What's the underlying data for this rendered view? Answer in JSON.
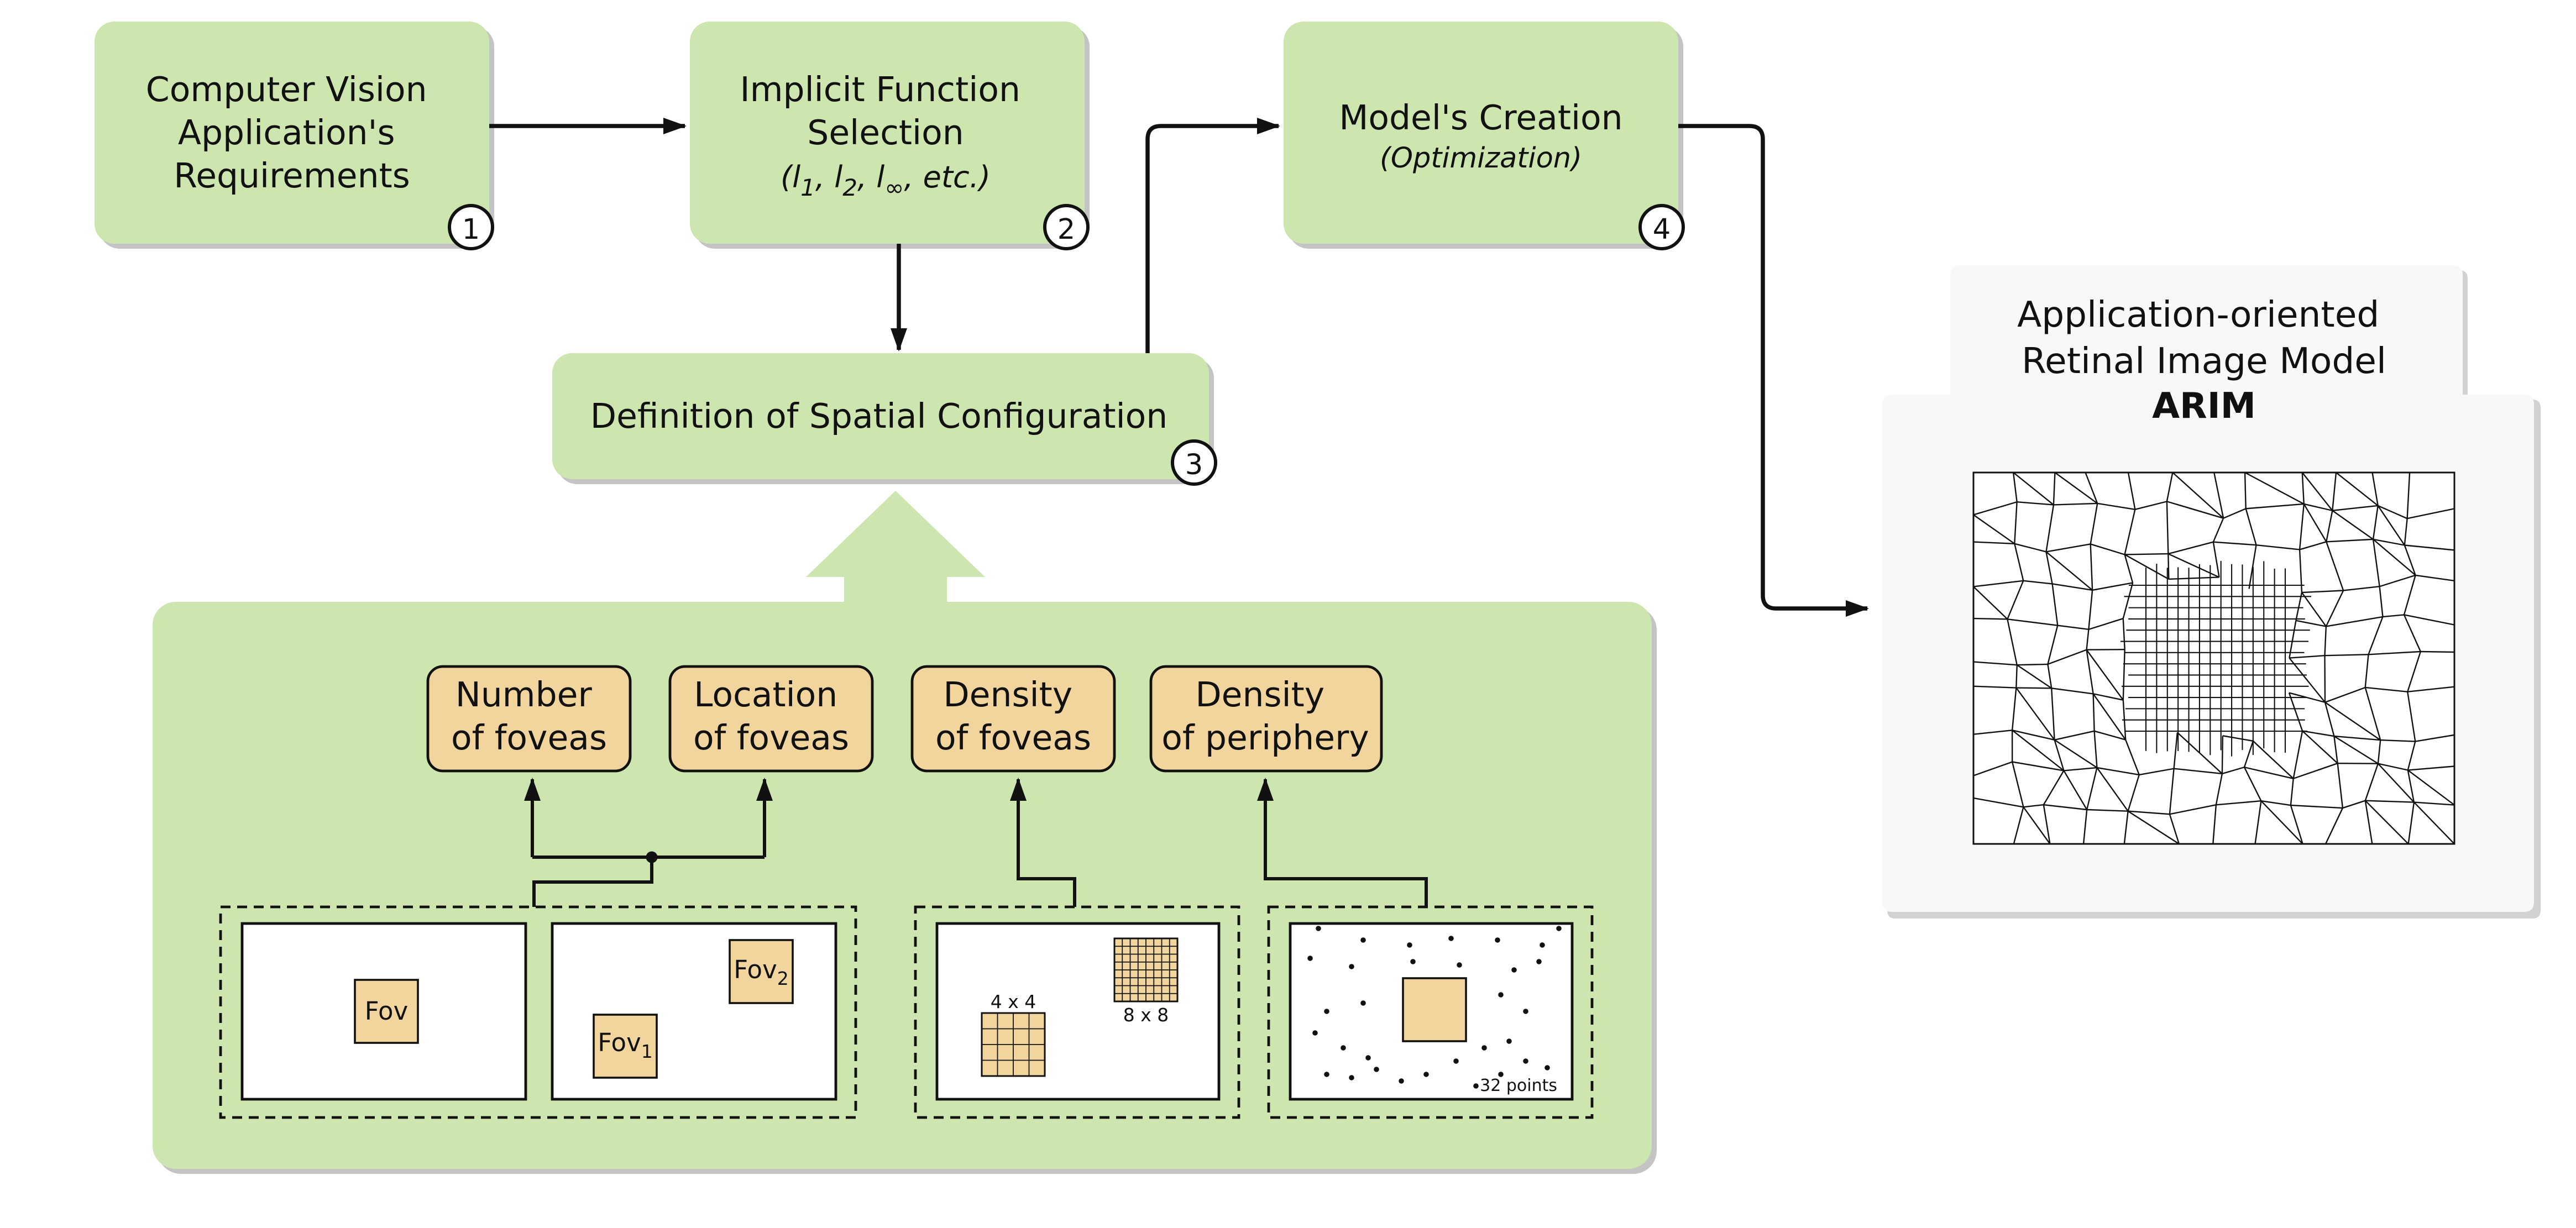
{
  "steps": [
    {
      "lines": [
        "Computer Vision",
        "Application's",
        "Requirements"
      ],
      "number": "1"
    },
    {
      "lines": [
        "Implicit Function",
        "Selection"
      ],
      "sub_parts": {
        "open": "(",
        "l1": "l",
        "s1": "1",
        "sep1": ", ",
        "l2": "l",
        "s2": "2",
        "sep2": ", ",
        "linf": "l",
        "sinf": "∞",
        "tail": ", etc.)"
      },
      "number": "2"
    },
    {
      "lines": [
        "Definition of Spatial Configuration"
      ],
      "number": "3"
    },
    {
      "lines": [
        "Model's Creation"
      ],
      "sub": "(Optimization)",
      "number": "4"
    }
  ],
  "parameters": [
    {
      "lines": [
        "Number",
        "of foveas"
      ]
    },
    {
      "lines": [
        "Location",
        "of foveas"
      ]
    },
    {
      "lines": [
        "Density",
        "of foveas"
      ]
    },
    {
      "lines": [
        "Density",
        "of periphery"
      ]
    }
  ],
  "examples": {
    "fovea_single": "Fov",
    "fovea_a": {
      "base": "Fov",
      "sub": "1"
    },
    "fovea_b": {
      "base": "Fov",
      "sub": "2"
    },
    "grid_small": {
      "label": "4 x 4",
      "n": 4
    },
    "grid_large": {
      "label": "8 x 8",
      "n": 8
    },
    "periphery_points": "32 points"
  },
  "result": {
    "lines": [
      "Application-oriented",
      "Retinal Image Model"
    ],
    "acronym": "ARIM"
  },
  "colors": {
    "green": "#cde5ae",
    "tan": "#f2d59d",
    "panel_gray": "#f8f8f8",
    "shadow": "#c4c4c4",
    "ink": "#111111"
  }
}
